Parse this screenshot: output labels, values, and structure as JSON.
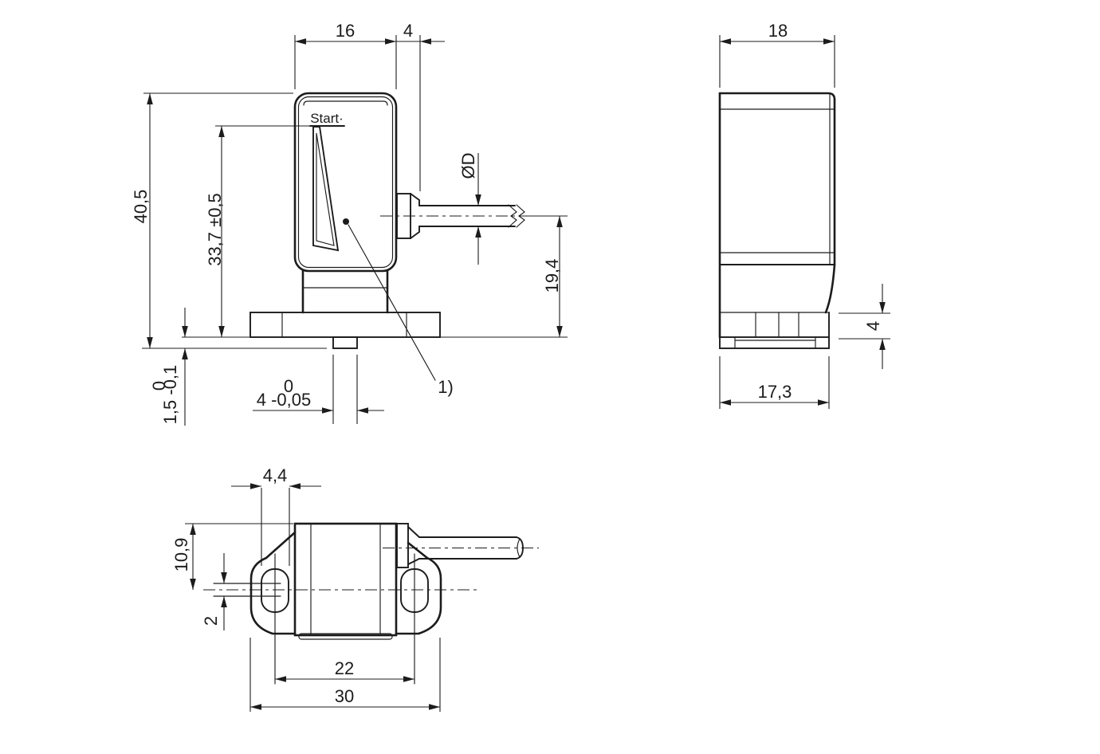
{
  "drawing": {
    "front": {
      "start_label": "Start·",
      "callout_label": "1)",
      "dim_body_width": "16",
      "dim_gland_length": "4",
      "dim_total_height": "40,5",
      "dim_start_height": "33,7 ±0,5",
      "dim_cable_axis_height": "19,4",
      "dim_cable_diameter": "ØD",
      "dim_base_height_upper_tol": "0",
      "dim_base_height": "1,5 -0,1",
      "dim_key_width_upper_tol": "0",
      "dim_key_width": "4 -0,05"
    },
    "side": {
      "dim_depth": "18",
      "dim_flange_height": "4",
      "dim_base_depth": "17,3"
    },
    "bottom": {
      "dim_slot_width": "4,4",
      "dim_hole_axis_offset": "10,9",
      "dim_slot_gap": "2",
      "dim_hole_spacing": "22",
      "dim_overall_length": "30"
    }
  }
}
